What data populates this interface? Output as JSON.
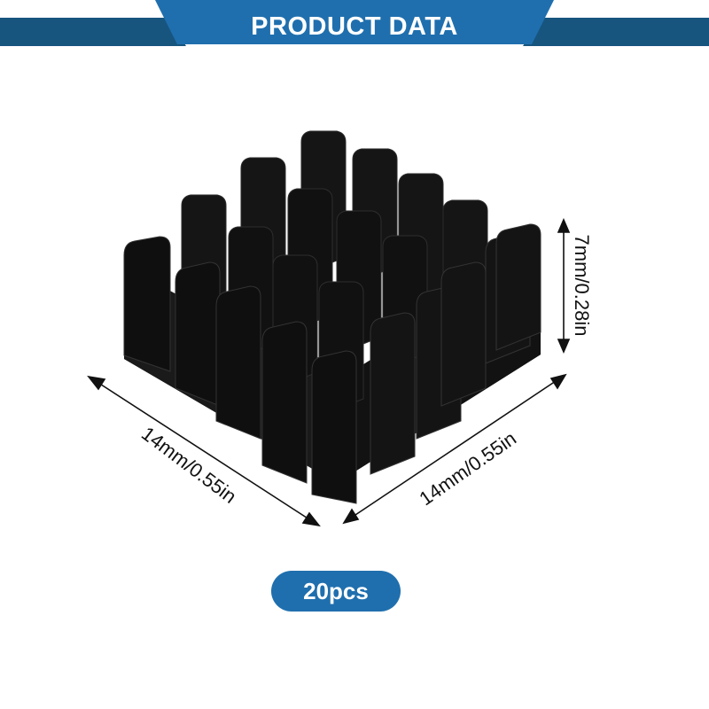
{
  "banner": {
    "title": "PRODUCT DATA"
  },
  "product": {
    "image_icon": "heatsink-image"
  },
  "dimensions": {
    "length": "14mm/0.55in",
    "width": "14mm/0.55in",
    "height": "7mm/0.28in"
  },
  "quantity": {
    "label": "20pcs"
  },
  "colors": {
    "accent": "#1f6fae",
    "accent_dark": "#17557f",
    "heatsink": "#111111"
  }
}
